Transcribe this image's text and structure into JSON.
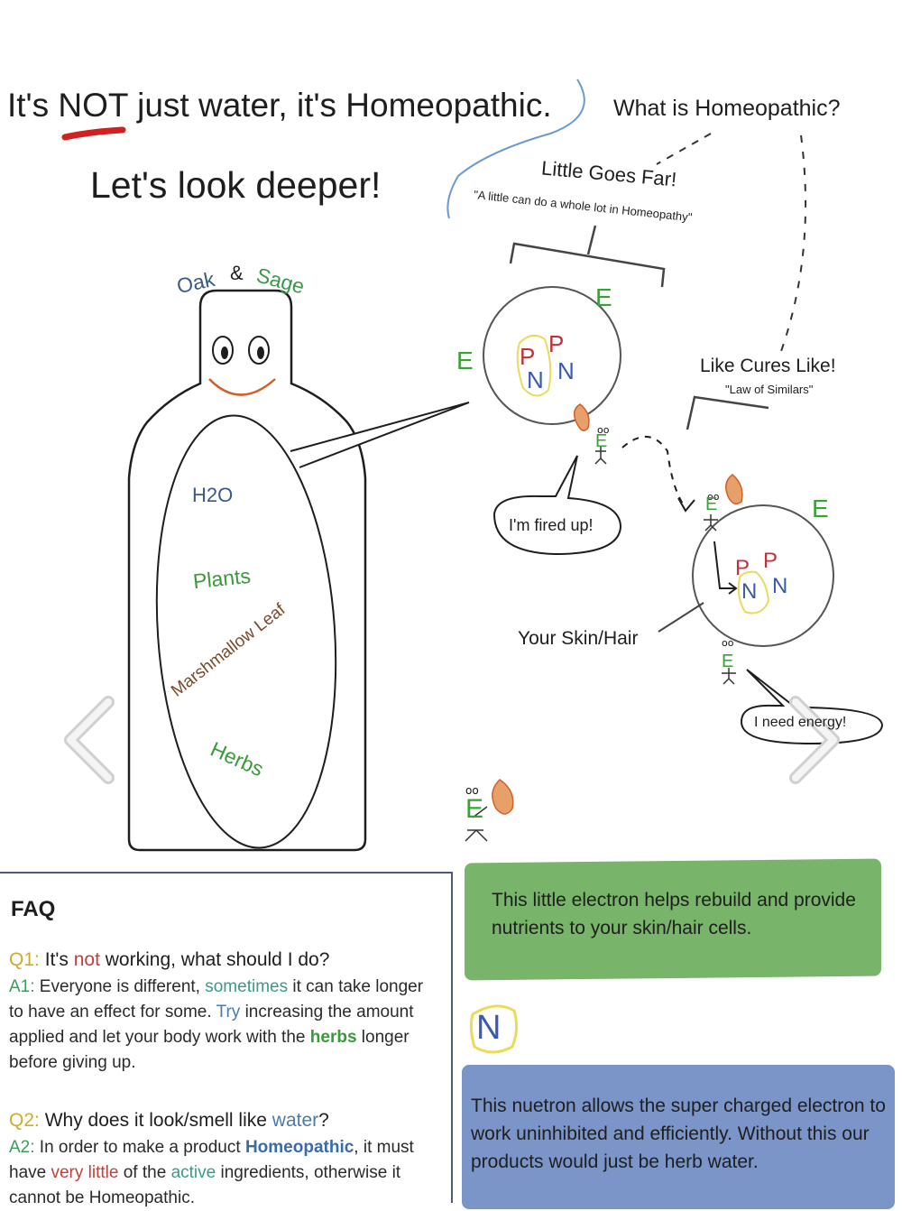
{
  "headline": {
    "main": "It's NOT just water, it's Homeopathic.",
    "sub": "Let's look deeper!",
    "question": "What is Homeopathic?"
  },
  "principles": {
    "little_goes_far": {
      "title": "Little Goes Far!",
      "quote": "\"A little can do a whole lot in Homeopathy\""
    },
    "like_cures_like": {
      "title": "Like Cures Like!",
      "quote": "\"Law of Similars\""
    }
  },
  "bottle": {
    "brand_oak": "Oak",
    "brand_amp": "&",
    "brand_sage": "Sage",
    "ingredients": [
      "H2O",
      "Plants",
      "Marshmallow Leaf",
      "Herbs"
    ]
  },
  "atoms": {
    "labels": {
      "e": "E",
      "p": "P",
      "n": "N"
    },
    "speech_fired": "I'm fired up!",
    "speech_energy": "I need energy!",
    "skin_label": "Your Skin/Hair"
  },
  "faq": {
    "title": "FAQ",
    "q1": {
      "key": "Q1:",
      "pre": " It's ",
      "red": "not",
      "post": " working, what should I do?"
    },
    "a1": {
      "key": "A1:",
      "t1": " Everyone is different, ",
      "teal": "sometimes",
      "t2": " it can take longer to have an effect for some. ",
      "blue": "Try",
      "t3": " increasing the amount applied and let your body work with the ",
      "green": "herbs",
      "t4": " longer before giving up."
    },
    "q2": {
      "key": "Q2:",
      "pre": " Why does it look/smell like ",
      "blue": "water",
      "post": "?"
    },
    "a2": {
      "key": "A2:",
      "t1": " In order to make a product ",
      "bold": "Homeopathic",
      "t2": ", it must have ",
      "red": "very little",
      "t3": " of the ",
      "teal": "active",
      "t4": " ingredients, otherwise it cannot be Homeopathic."
    }
  },
  "info": {
    "electron": "This little electron helps rebuild and provide nutrients to your skin/hair cells.",
    "neutron_symbol": "N",
    "neutron": "This nuetron allows the super charged electron to work uninhibited and efficiently. Without this our products would just be herb water."
  },
  "colors": {
    "proton": "#c2303a",
    "neutron": "#3a5ab0",
    "electron": "#3aa03a",
    "green_box": "#78b46a",
    "blue_box": "#7b95c8",
    "accent_blue_line": "#6a9ad0"
  }
}
